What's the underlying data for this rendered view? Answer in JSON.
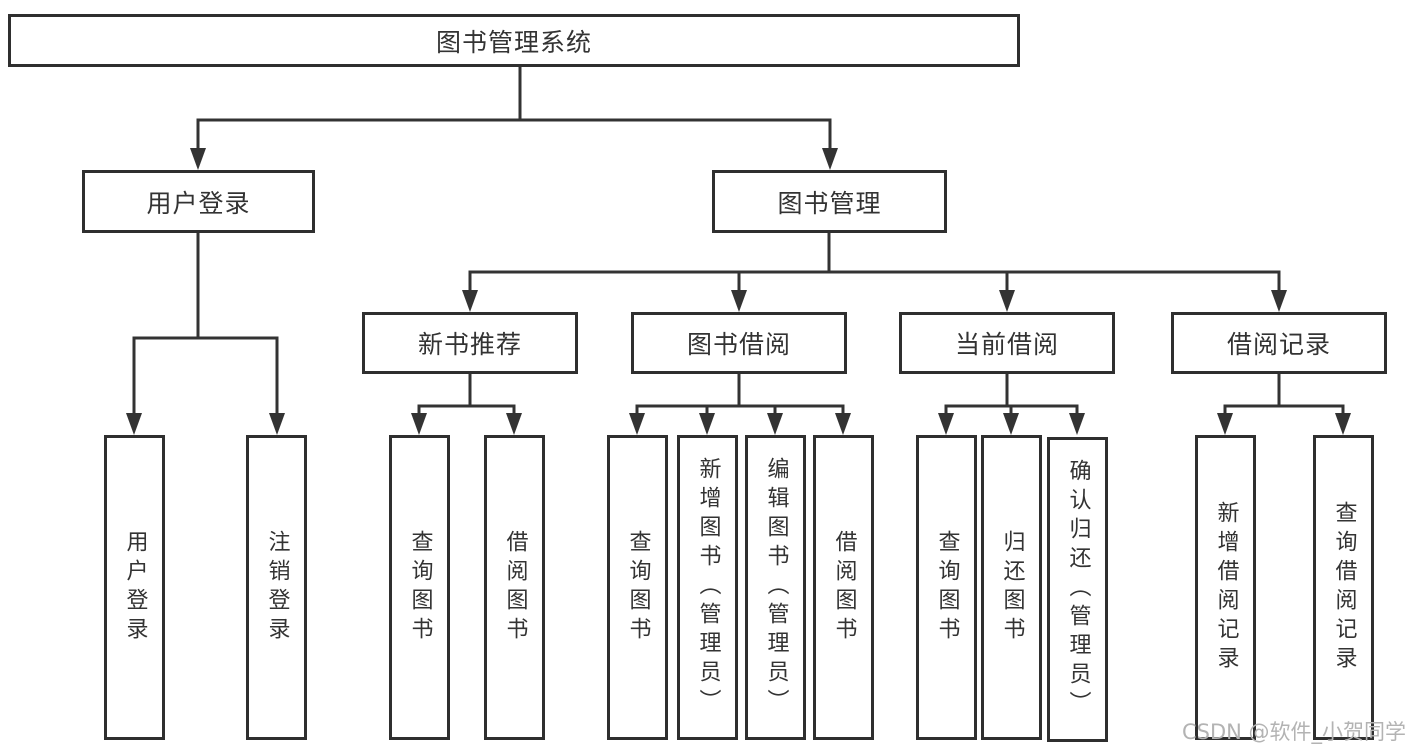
{
  "diagram": {
    "root": {
      "label": "图书管理系统"
    },
    "branches": [
      {
        "label": "用户登录",
        "children": [
          {
            "label": "用户登录"
          },
          {
            "label": "注销登录"
          }
        ]
      },
      {
        "label": "图书管理",
        "groups": [
          {
            "label": "新书推荐",
            "children": [
              {
                "label": "查询图书"
              },
              {
                "label": "借阅图书"
              }
            ]
          },
          {
            "label": "图书借阅",
            "children": [
              {
                "label": "查询图书"
              },
              {
                "label": "新增图书（管理员）"
              },
              {
                "label": "编辑图书（管理员）"
              },
              {
                "label": "借阅图书"
              }
            ]
          },
          {
            "label": "当前借阅",
            "children": [
              {
                "label": "查询图书"
              },
              {
                "label": "归还图书"
              },
              {
                "label": "确认归还（管理员）"
              }
            ]
          },
          {
            "label": "借阅记录",
            "children": [
              {
                "label": "新增借阅记录"
              },
              {
                "label": "查询借阅记录"
              }
            ]
          }
        ]
      }
    ],
    "watermark": "CSDN @软件_小贺同学",
    "colors": {
      "line": "#333333",
      "text": "#333333",
      "watermark": "#b3b3b3"
    }
  }
}
